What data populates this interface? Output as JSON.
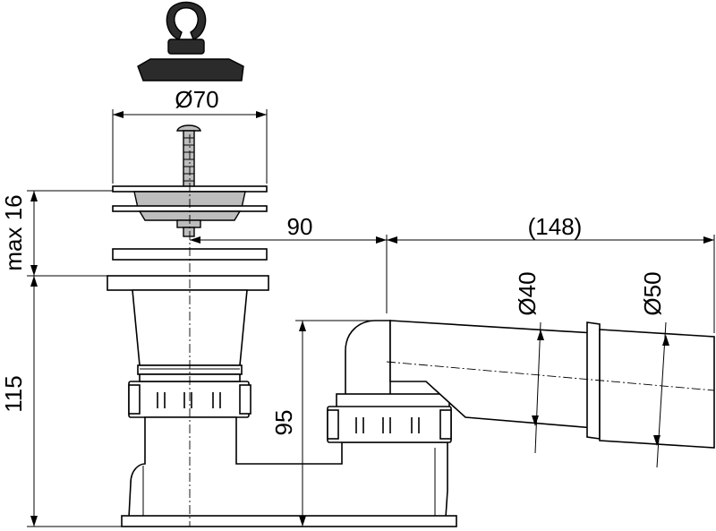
{
  "dimensions": {
    "stopper_diameter": "Ø70",
    "max_height": "max 16",
    "offset_horizontal": "90",
    "outlet_length": "(148)",
    "outlet_inner_diameter": "Ø40",
    "outlet_outer_diameter": "Ø50",
    "total_height": "115",
    "outlet_height": "95"
  }
}
